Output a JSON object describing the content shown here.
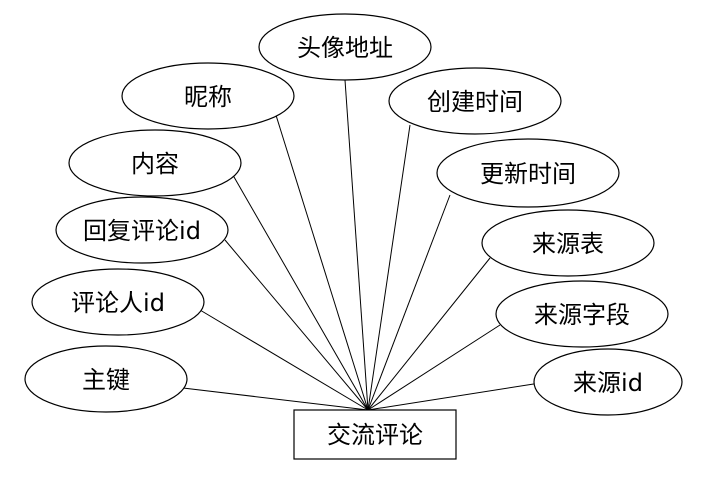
{
  "entity": {
    "label": "交流评论"
  },
  "attributes": {
    "avatar_url": "头像地址",
    "nickname": "昵称",
    "created_time": "创建时间",
    "content": "内容",
    "updated_time": "更新时间",
    "reply_comment_id": "回复评论id",
    "source_table": "来源表",
    "commenter_id": "评论人id",
    "source_field": "来源字段",
    "primary_key": "主键",
    "source_id": "来源id"
  }
}
